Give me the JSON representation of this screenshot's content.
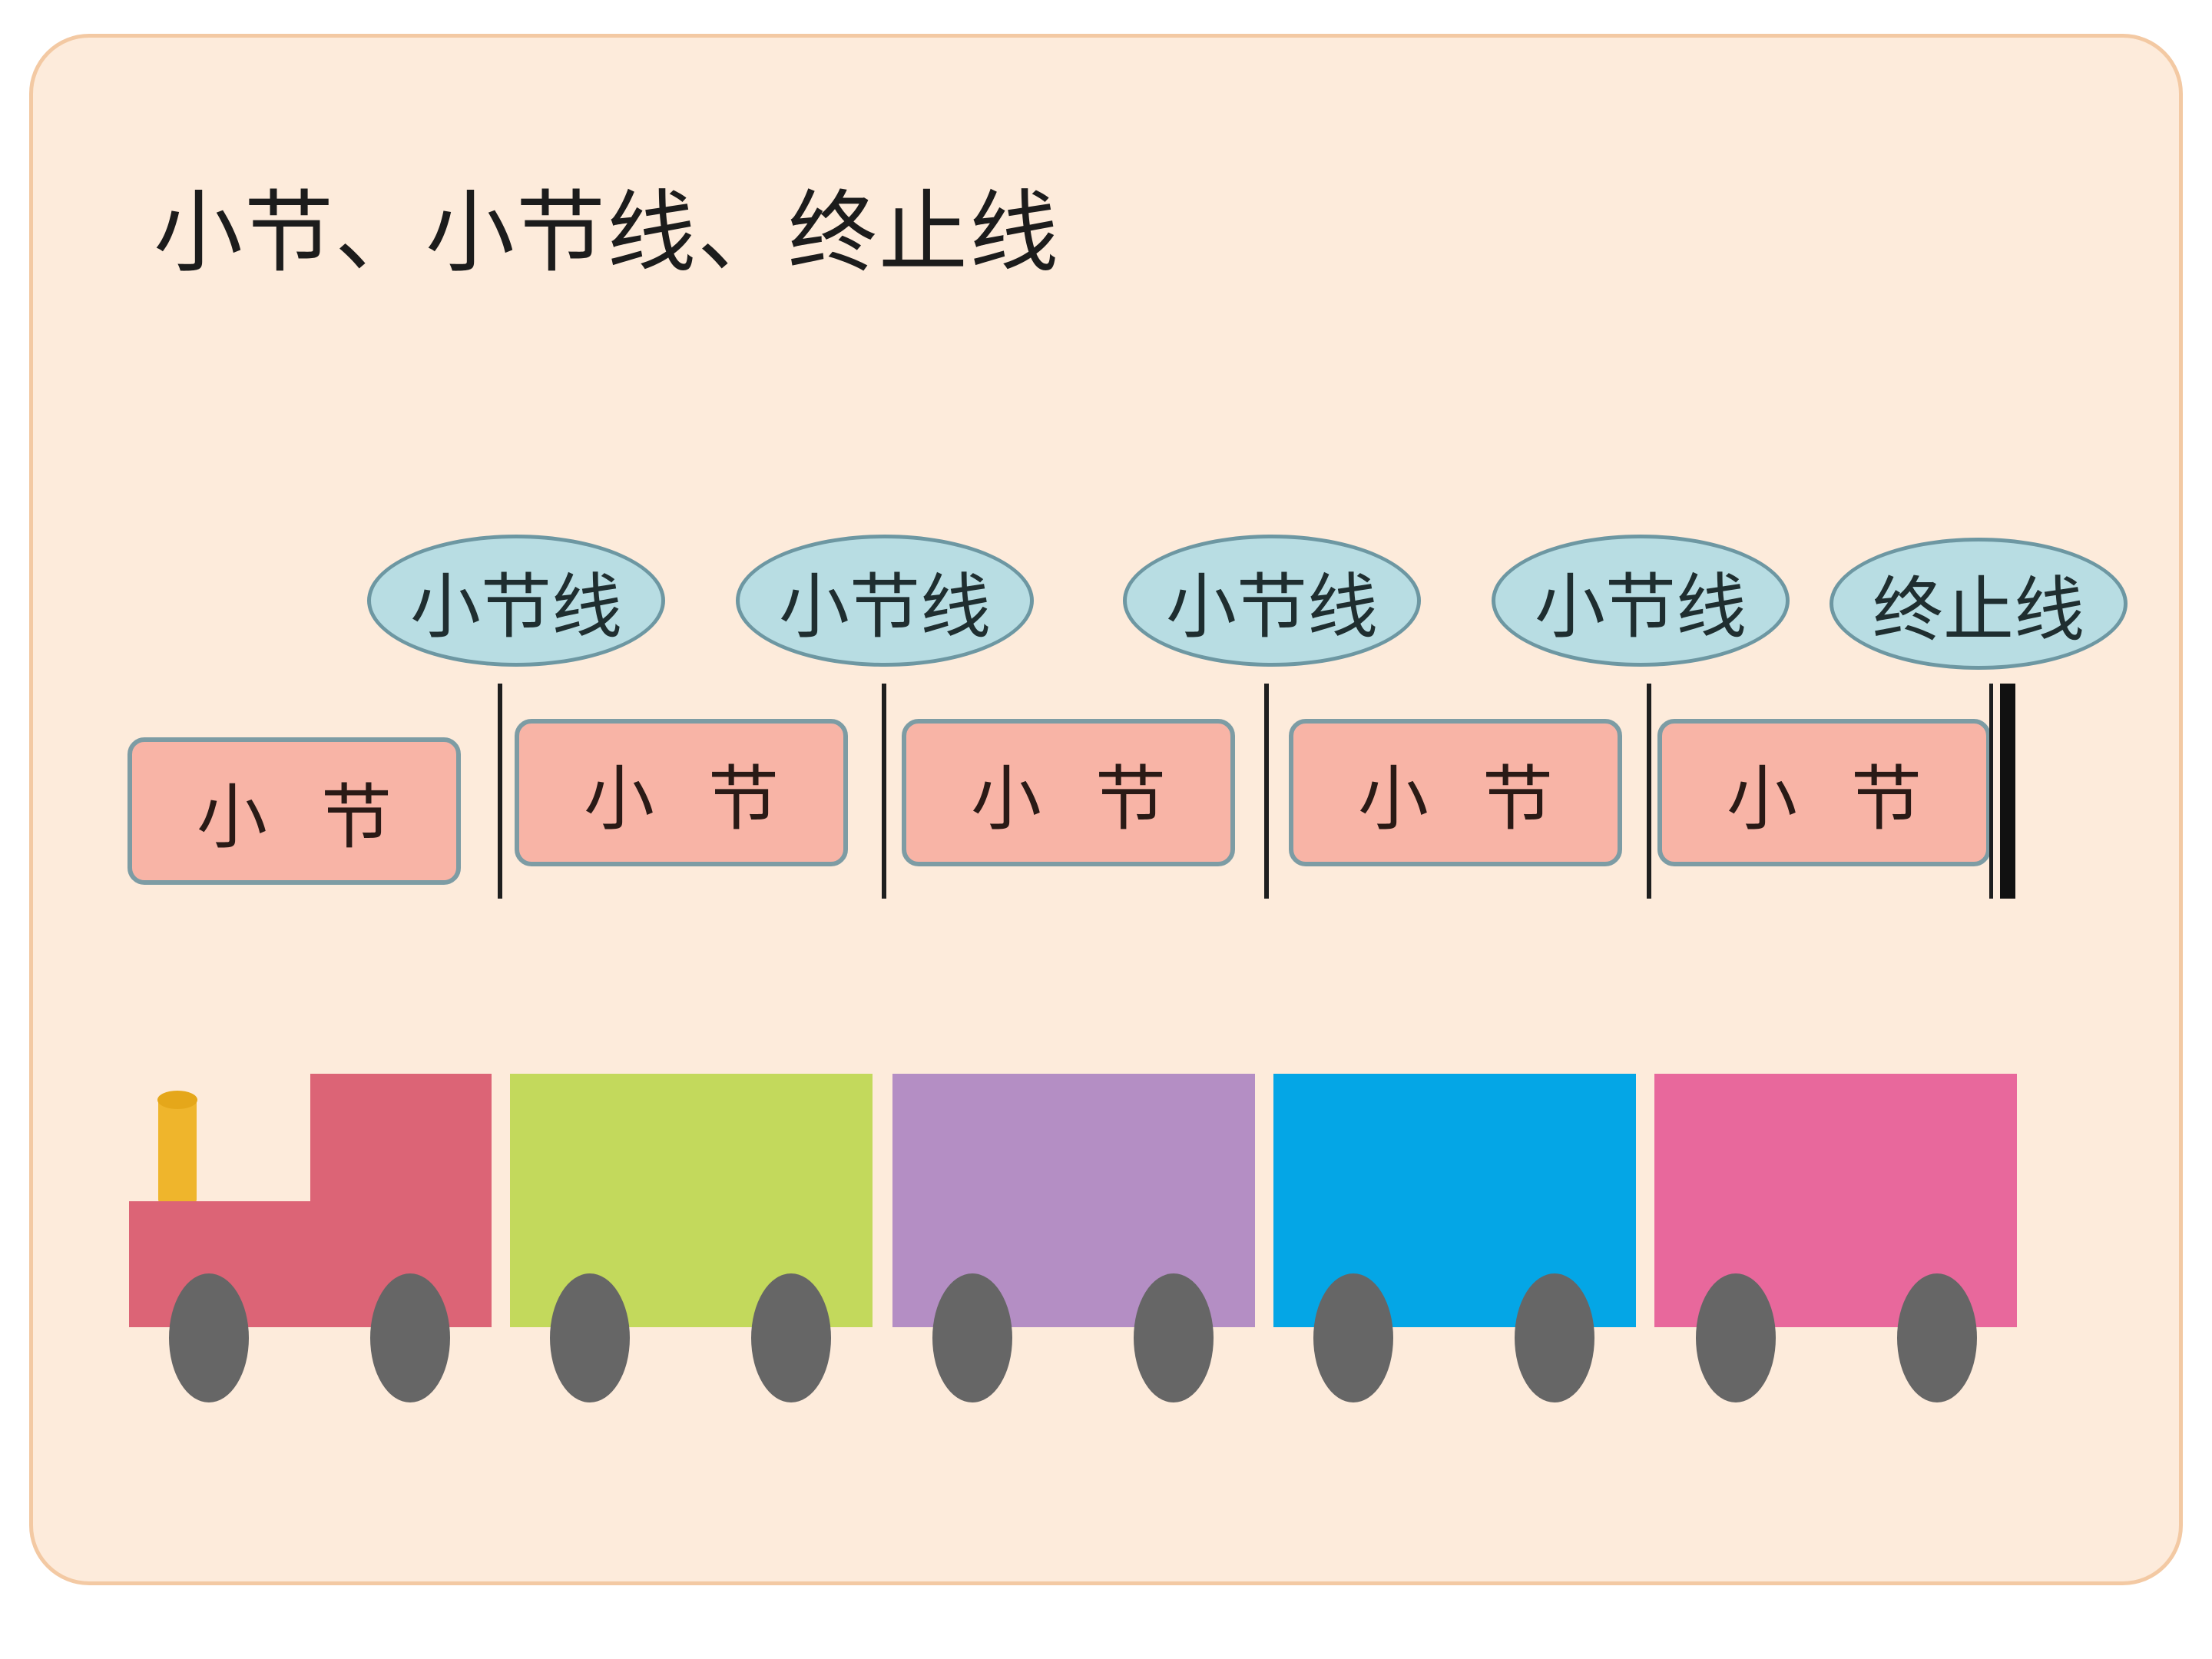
{
  "title": "小节、小节线、终止线",
  "labels": {
    "barline": "小节线",
    "final_barline": "终止线",
    "measure_char_1": "小",
    "measure_char_2": "节"
  },
  "measures": [
    {
      "char_1": "小",
      "char_2": "节"
    },
    {
      "char_1": "小",
      "char_2": "节"
    },
    {
      "char_1": "小",
      "char_2": "节"
    },
    {
      "char_1": "小",
      "char_2": "节"
    },
    {
      "char_1": "小",
      "char_2": "节"
    }
  ],
  "barline_labels": [
    "小节线",
    "小节线",
    "小节线",
    "小节线",
    "终止线"
  ],
  "colors": {
    "background": "#fdebdb",
    "oval_fill": "#b8dde3",
    "measure_fill": "#f8b4a6",
    "engine": "#dc6476",
    "chimney": "#efb52c",
    "car_green": "#c3d95c",
    "car_purple": "#b48ec4",
    "car_blue": "#04a6e6",
    "car_pink": "#e8689c",
    "wheel": "#666666"
  }
}
